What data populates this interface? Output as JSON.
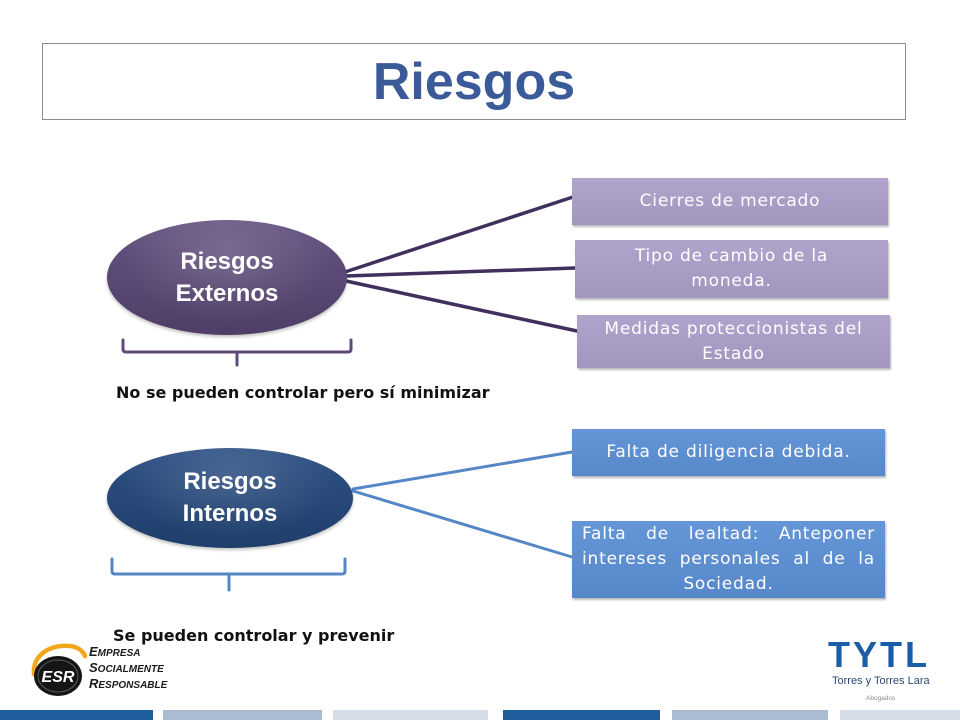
{
  "title": "Riesgos",
  "external": {
    "label": "Riesgos Externos",
    "items": [
      "Cierres de mercado",
      "Tipo de cambio de la moneda.",
      "Medidas proteccionistas del Estado"
    ],
    "note": "No se pueden controlar pero sí minimizar"
  },
  "internal": {
    "label": "Riesgos Internos",
    "items": [
      "Falta de diligencia debida.",
      "Falta de lealtad: Anteponer intereses personales al de la Sociedad."
    ],
    "note": "Se pueden controlar y prevenir"
  },
  "logos": {
    "esr": {
      "mark": "ESR",
      "words": [
        "EMPRESA",
        "SOCIALMENTE",
        "RESPONSABLE"
      ]
    },
    "tytl": {
      "mark": "TYTL",
      "name": "Torres y Torres Lara",
      "tagline": "Abogados"
    }
  },
  "colors": {
    "title": "#3b5a98",
    "external_oval": "#5d4a7b",
    "external_box": "#ab9ec9",
    "external_line": "#3f305e",
    "internal_oval": "#24497f",
    "internal_box": "#5b8fd4",
    "internal_line": "#5587c7",
    "tytl_blue": "#1c5da7",
    "esr_accent": "#f2a71b"
  },
  "footer_bar": [
    "#1f5e9c",
    "#a9bcd3",
    "#d4dde8",
    "#1f5e9c",
    "#a9bcd3",
    "#d4dde8"
  ]
}
